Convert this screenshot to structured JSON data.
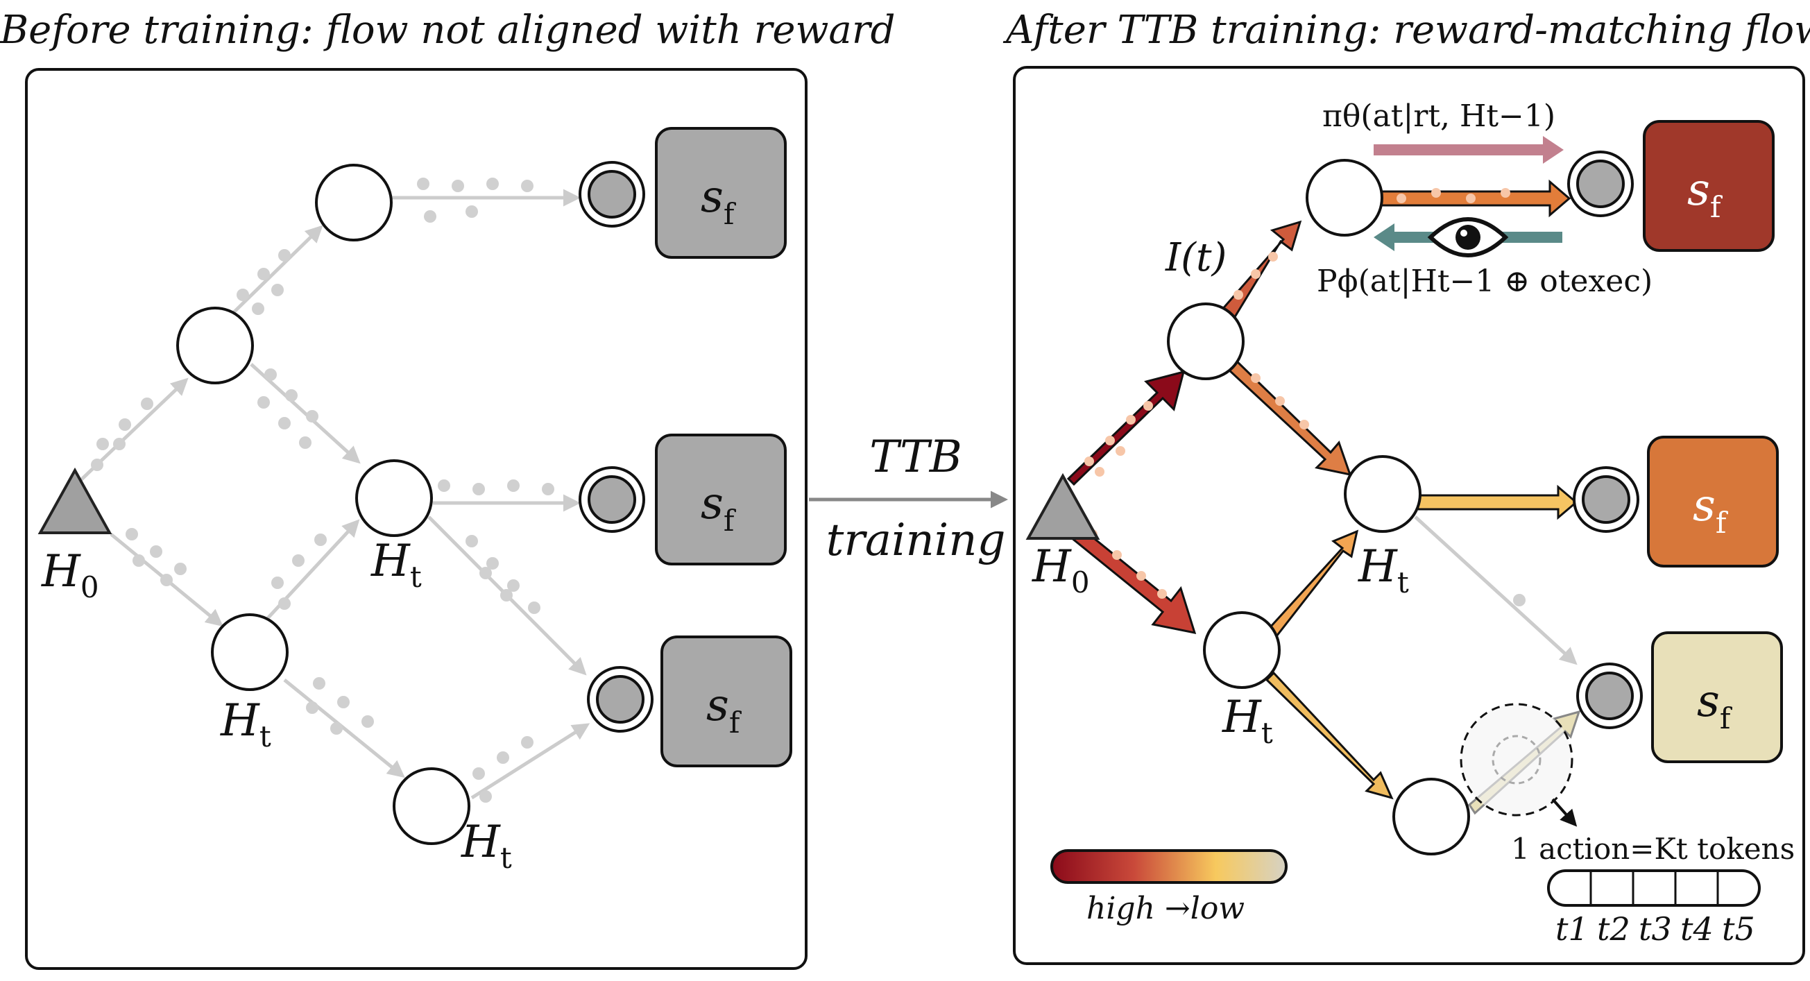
{
  "panels": {
    "left_title": "Before training: flow not aligned with reward",
    "right_title": "After TTB training: reward-matching flow"
  },
  "center_label": {
    "line1": "TTB",
    "line2": "training"
  },
  "labels": {
    "h0_main": "H",
    "h0_sub": "0",
    "ht_main": "H",
    "ht_sub": "t",
    "sf_main": "s",
    "sf_sub": "f",
    "interest": "I(t)"
  },
  "formulas": {
    "policy": "πθ(at|rt, Ht−1)",
    "predictor": "Pϕ(at|Ht−1 ⊕ otexec)"
  },
  "token_box": {
    "caption": "1 action=Kt tokens",
    "tokens": [
      "t1",
      "t2",
      "t3",
      "t4",
      "t5"
    ]
  },
  "legend": {
    "label": "high →low"
  },
  "colors": {
    "grey_path": "#cccccc",
    "grey_box": "#a9a9a9",
    "reward_high": "#a0382a",
    "reward_mid": "#d7773a",
    "reward_low": "#e8e0b9",
    "gradient_start": "#8b0a1a",
    "gradient_mid": "#f7c95e",
    "gradient_end": "#d6d2c4",
    "policy_arrow": "#c2808e",
    "predictor_arrow": "#5a8a88"
  },
  "icons": [
    "eye-icon",
    "triangle-root-icon",
    "terminal-node-icon"
  ]
}
